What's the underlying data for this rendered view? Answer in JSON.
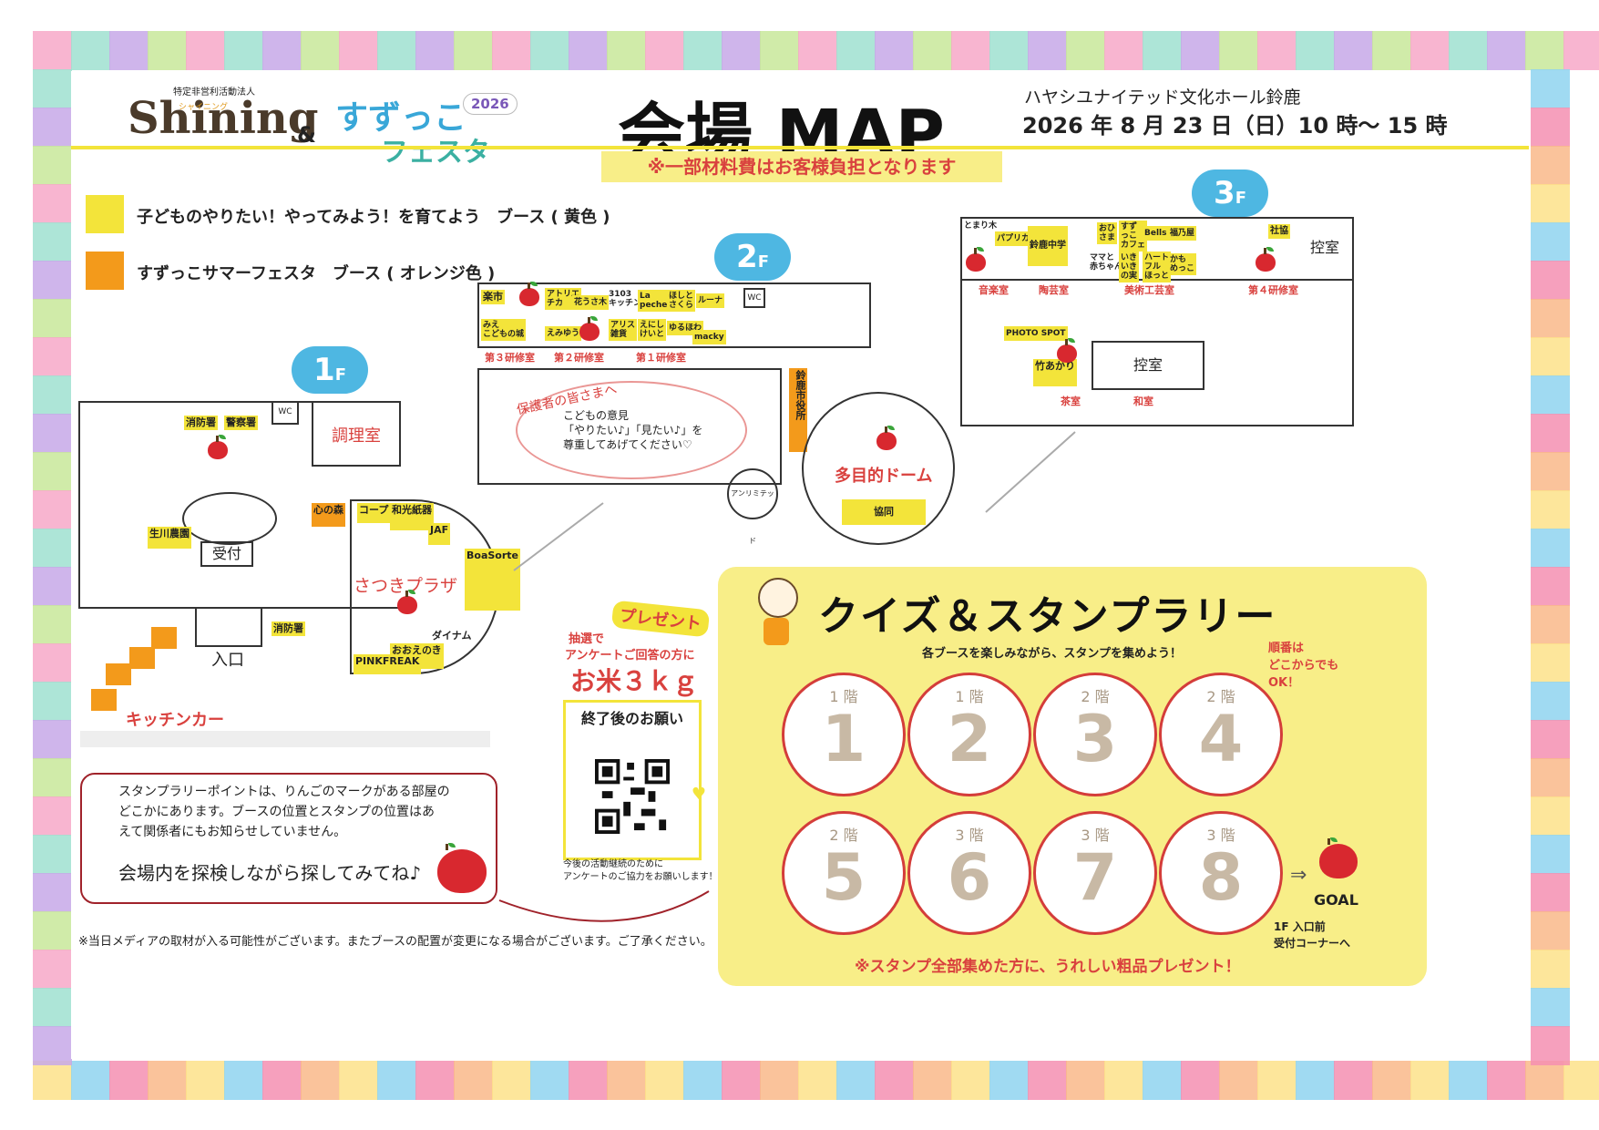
{
  "header": {
    "org_small": "特定非営利活動法人",
    "shining_logo": "Shining",
    "shining_sub": "シャイニング",
    "amp": "&",
    "festa_logo_1": "すずっこ",
    "festa_logo_2": "フェスタ",
    "festa_year": "2026",
    "title": "会場 MAP",
    "venue": "ハヤシユナイテッド文化ホール鈴鹿",
    "date": "2026 年 8 月 23 日（日）10 時～ 15 時",
    "notice": "※一部材料費はお客様負担となります"
  },
  "legend": [
    {
      "label": "子どものやりたい！やってみよう！を育てよう　ブース ( 黄色 )",
      "color": "#f3e43a"
    },
    {
      "label": "すずっこサマーフェスタ　ブース ( オレンジ色 )",
      "color": "#f39a1b"
    }
  ],
  "floor1": {
    "badge": "1",
    "badge_sub": "F",
    "rooms": {
      "kitchen": "調理室",
      "wc": "WC",
      "reception": "受付",
      "entrance": "入口",
      "plaza": "さつきプラザ",
      "kitchen_car": "キッチンカー"
    },
    "booths": {
      "shoubou1": "消防署",
      "keisatsu": "警察署",
      "ikawa": "生川農園",
      "kokoro": "心の森",
      "corp": "コープ",
      "wako": "和光紙器",
      "jaf": "JAF",
      "boa": "BoaSorte",
      "shoubou2": "消防署",
      "dynam": "ダイナム",
      "oowanoki": "おおえのき",
      "pink": "PINKFREAK"
    }
  },
  "floor2": {
    "badge": "2",
    "badge_sub": "F",
    "rooms": {
      "r3": "第３研修室",
      "r2": "第２研修室",
      "r1": "第１研修室",
      "wc": "WC",
      "city": "鈴鹿市役所",
      "dome": "多目的ドーム",
      "unlimited": "アンリミテッド",
      "kyodo": "協同"
    },
    "booths": {
      "rakuichi": "楽市",
      "mie": "みえ\nこどもの城",
      "atelier": "アトリエ\nチカ",
      "hanausagi": "花うさ木",
      "emiyu": "えみゆう",
      "k3103": "3103\nキッチン",
      "lapeche": "La\npeche",
      "hoshito": "ほしと\nさくら",
      "luna": "ルーナ",
      "alice": "アリス\n雑貨",
      "enishi": "えにし\nけいと",
      "yuruwa": "ゆるほわ",
      "macky": "macky"
    },
    "message_title": "保護者の皆さまへ",
    "message_body": "こどもの意見\n「やりたい♪」「見たい♪」を\n尊重してあげてください♡"
  },
  "floor3": {
    "badge": "3",
    "badge_sub": "F",
    "rooms": {
      "music": "音楽室",
      "pottery": "陶芸室",
      "art": "美術工芸室",
      "r4": "第４研修室",
      "waiting1": "控室",
      "waiting2": "控室",
      "tea": "茶室",
      "washitsu": "和室",
      "photo": "PHOTO SPOT"
    },
    "booths": {
      "tomarigi": "とまり木",
      "paprika": "パプリカ",
      "suzuka_jhs": "鈴鹿中学",
      "obisama": "おひ\nさま",
      "suzukafe": "すず\nっこ\nカフェ",
      "bells": "Bells",
      "fukunoya": "福乃屋",
      "mama": "ママと\n赤ちゃん",
      "ikiiki": "いき\nいき\nの実",
      "heart": "ハート\nフル\nほっと",
      "kamo": "かも\nめっこ",
      "shakyo": "社協",
      "takeakari": "竹あかり"
    }
  },
  "stamp_note": {
    "body": "スタンプラリーポイントは、りんごのマークがある部屋の\nどこかにあります。ブースの位置とスタンプの位置はあ\nえて関係者にもお知らせしていません。",
    "cta": "会場内を探検しながら探してみてね♪"
  },
  "present": {
    "tag": "プレゼント",
    "line1": "抽選で",
    "line2": "アンケートご回答の方に",
    "prize": "お米３ｋｇ",
    "survey_title": "終了後のお願い",
    "survey_note": "今後の活動継続のために\nアンケートのご協力をお願いします！"
  },
  "quiz": {
    "title": "クイズ＆スタンプラリー",
    "subtitle": "各ブースを楽しみながら、スタンプを集めよう！",
    "order_note": "順番は\nどこからでも\nOK！",
    "stamps": [
      {
        "floor": "1 階",
        "num": "1"
      },
      {
        "floor": "1 階",
        "num": "2"
      },
      {
        "floor": "2 階",
        "num": "3"
      },
      {
        "floor": "2 階",
        "num": "4"
      },
      {
        "floor": "2 階",
        "num": "5"
      },
      {
        "floor": "3 階",
        "num": "6"
      },
      {
        "floor": "3 階",
        "num": "7"
      },
      {
        "floor": "3 階",
        "num": "8"
      }
    ],
    "arrow": "⇒",
    "goal": "GOAL",
    "goal_place": "1F 入口前\n受付コーナーへ",
    "bottom": "※スタンプ全部集めた方に、うれしい粗品プレゼント！"
  },
  "footer": "※当日メディアの取材が入る可能性がございます。またブースの配置が変更になる場合がございます。ご了承ください。",
  "colors": {
    "yellow": "#f3e43a",
    "orange": "#f39a1b",
    "red": "#d9413e",
    "blue": "#4eb7e2",
    "quiz_bg": "#f8ee88"
  }
}
